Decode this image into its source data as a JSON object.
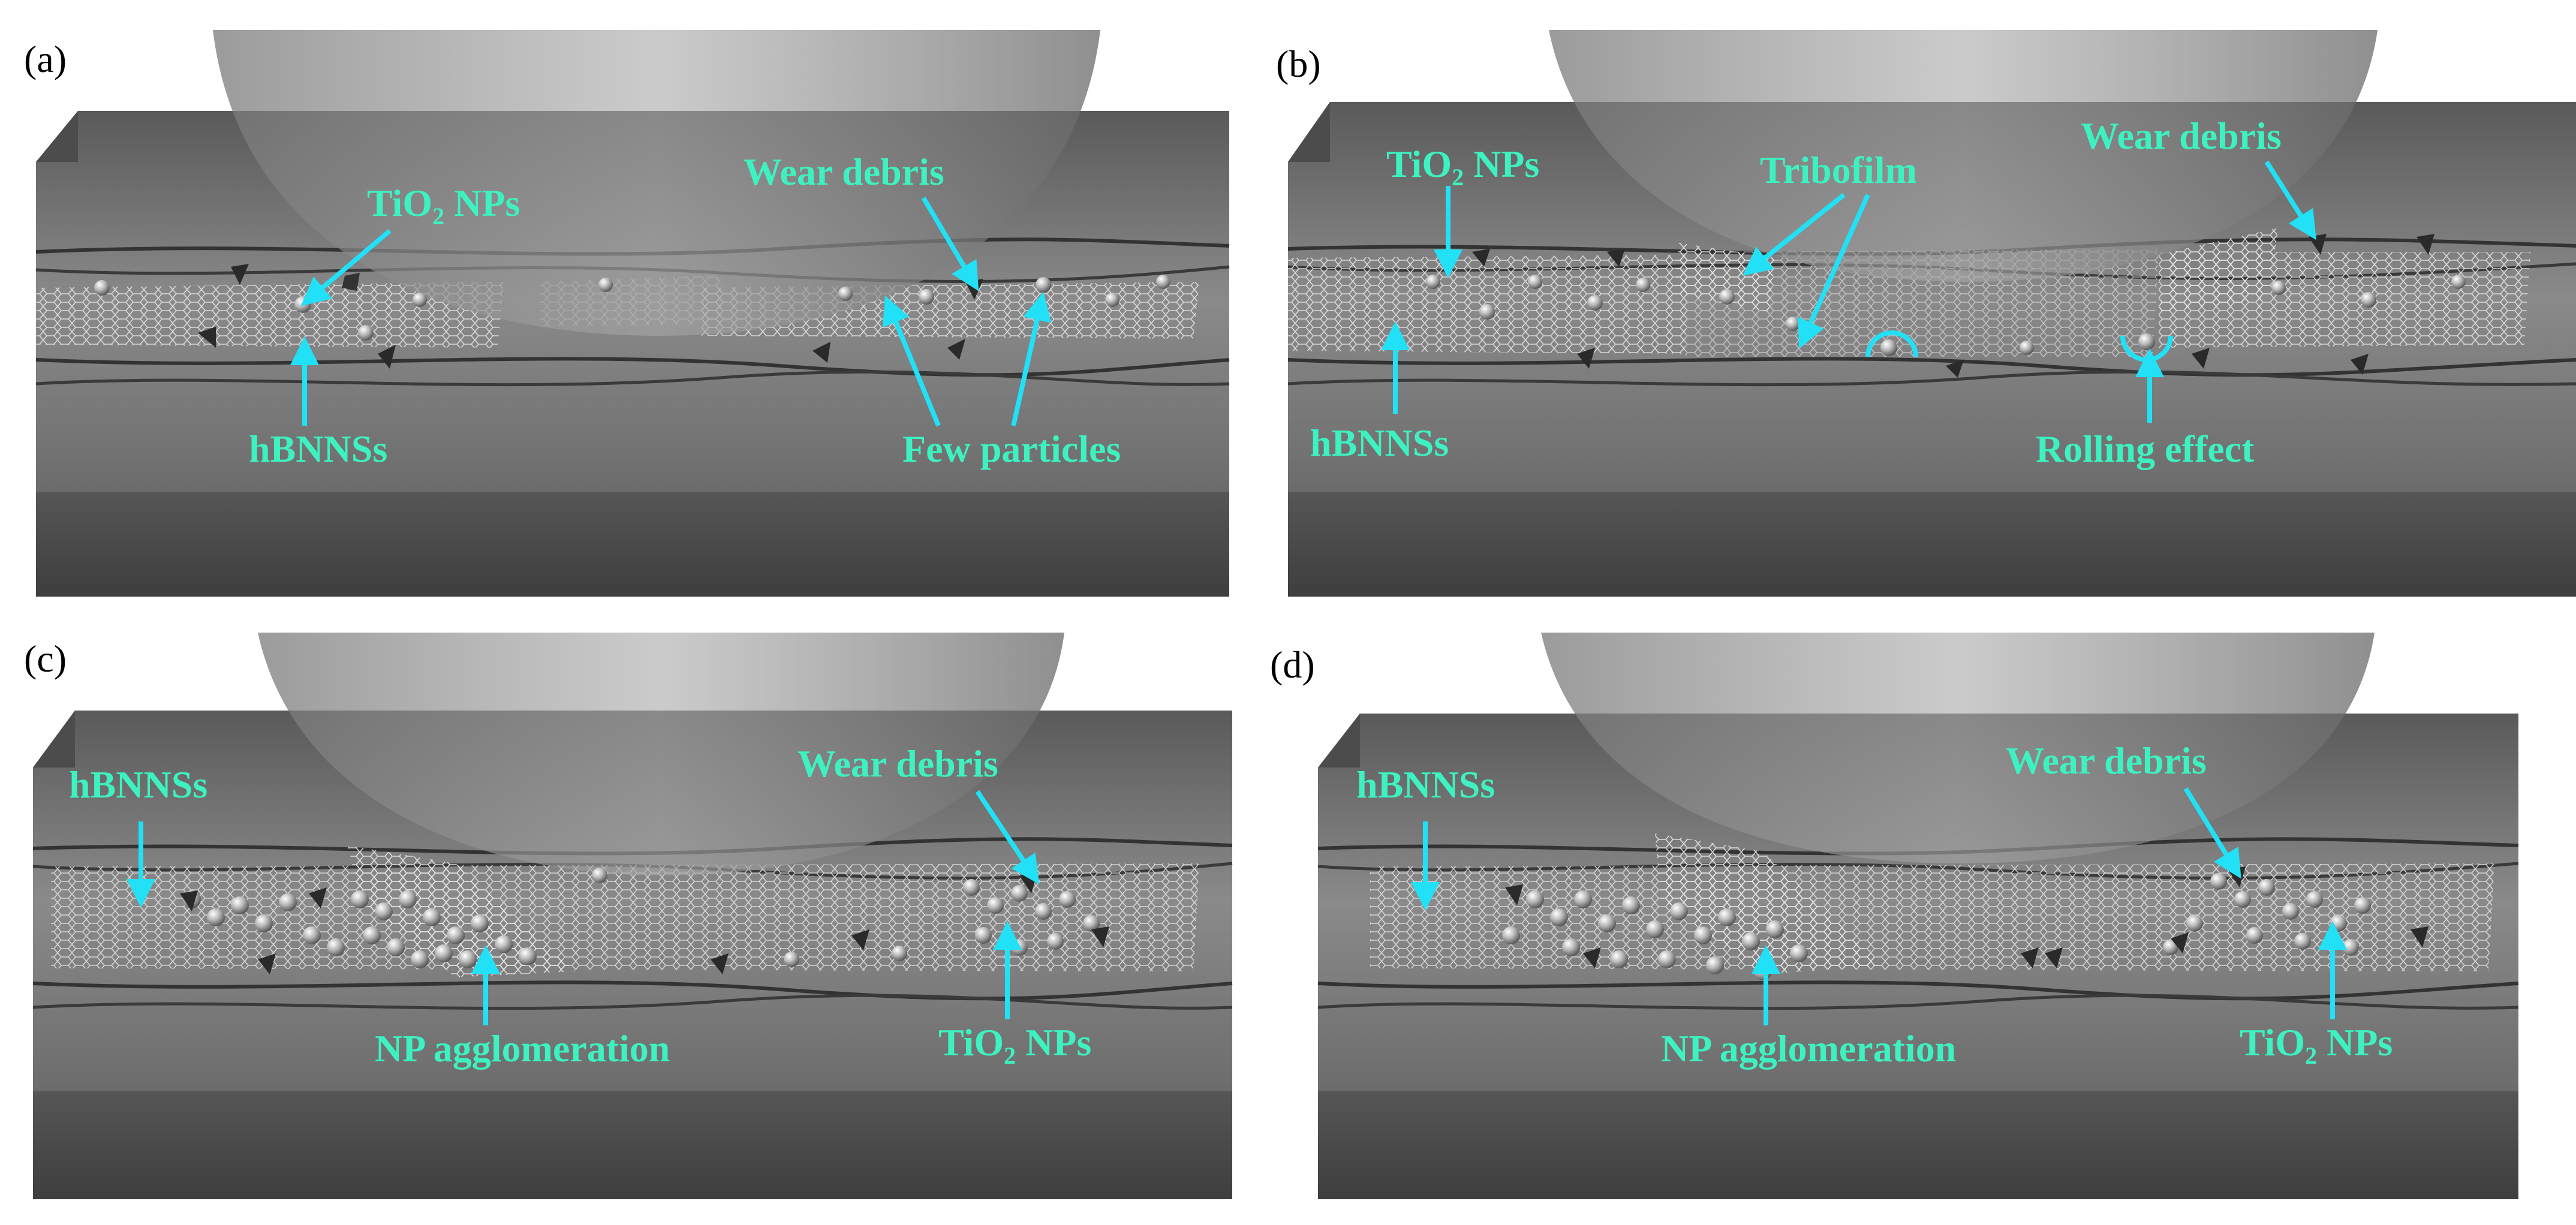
{
  "figure": {
    "panels": [
      {
        "id": "a",
        "letter": "(a)",
        "labels": {
          "tio2_main": "TiO",
          "tio2_sub": "2",
          "tio2_rest": " NPs",
          "wear_debris": "Wear debris",
          "hbnnss": "hBNNSs",
          "few_particles": "Few particles"
        }
      },
      {
        "id": "b",
        "letter": "(b)",
        "labels": {
          "tio2_main": "TiO",
          "tio2_sub": "2",
          "tio2_rest": " NPs",
          "tribofilm": "Tribofilm",
          "wear_debris": "Wear debris",
          "hbnnss": "hBNNSs",
          "rolling_effect": "Rolling effect"
        }
      },
      {
        "id": "c",
        "letter": "(c)",
        "labels": {
          "hbnnss": "hBNNSs",
          "wear_debris": "Wear debris",
          "np_agglomeration": "NP agglomeration",
          "tio2_main": "TiO",
          "tio2_sub": "2",
          "tio2_rest": " NPs"
        }
      },
      {
        "id": "d",
        "letter": "(d)",
        "labels": {
          "hbnnss": "hBNNSs",
          "wear_debris": "Wear debris",
          "np_agglomeration": "NP agglomeration",
          "tio2_main": "TiO",
          "tio2_sub": "2",
          "tio2_rest": " NPs"
        }
      }
    ],
    "colors": {
      "label_text": "#3df2c0",
      "arrow": "#22e0f5",
      "block_top": "#6a6a6a",
      "block_front": "#4a4a4a",
      "ball": "#9a9a9a"
    }
  }
}
